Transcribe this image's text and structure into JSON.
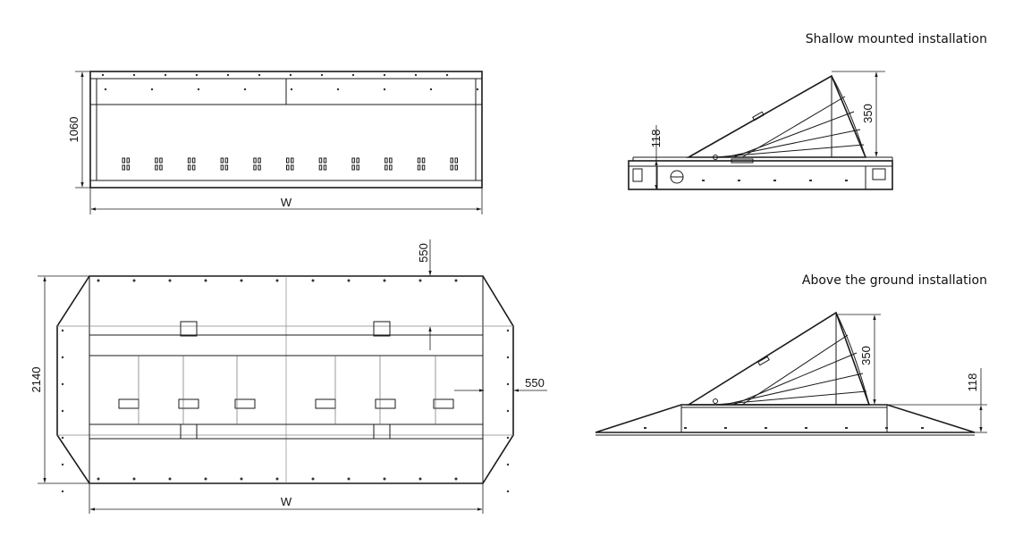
{
  "labels": {
    "shallow_title": "Shallow mounted installation",
    "above_title": "Above the ground installation",
    "top_height": "1060",
    "top_width": "W",
    "plan_height": "2140",
    "plan_width": "W",
    "ramp_top": "550",
    "ramp_side": "550",
    "shallow_depth": "118",
    "shallow_rise": "350",
    "above_depth": "118",
    "above_rise": "350"
  }
}
